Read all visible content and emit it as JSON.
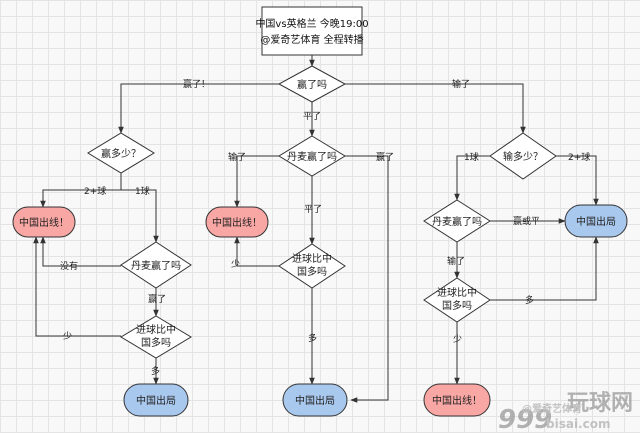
{
  "title": {
    "line1": "中国vs英格兰 今晚19:00",
    "line2": "@爱奇艺体育 全程转播"
  },
  "nodes": {
    "q_england_win": "赢了吗",
    "q_win_margin": "赢多少？",
    "q_lose_margin": "输多少？",
    "q_denmark_win_mid": "丹麦赢了吗",
    "q_denmark_win_left": "丹麦赢了吗",
    "q_denmark_win_right": "丹麦赢了吗",
    "q_goals_left": "进球比中国多吗",
    "q_goals_mid": "进球比中国多吗",
    "q_goals_right": "进球比中国多吗",
    "out_left_qualify": "中国出线！",
    "out_left_elim": "中国出局",
    "out_mid_qualify": "中国出线！",
    "out_mid_elim": "中国出局",
    "out_right_elim_top": "中国出局",
    "out_right_qualify": "中国出线！"
  },
  "edges": {
    "win": "赢了！",
    "draw": "平了",
    "lose": "输了",
    "win_2plus": "2+球",
    "win_1": "1球",
    "no": "没有",
    "left_denmark_won": "赢了",
    "left_fewer": "少",
    "left_more": "多",
    "mid_lost": "输了",
    "mid_won": "赢了",
    "mid_draw": "平了",
    "mid_fewer": "少",
    "mid_more": "多",
    "lose_1": "1球",
    "lose_2plus": "2+球",
    "right_win_or_draw": "赢或平",
    "right_lost": "输了",
    "right_more": "多",
    "right_fewer": "少"
  },
  "watermark": {
    "logo": "999",
    "brand": "玩球网",
    "domain": "bisai.com",
    "credit": "@爱奇艺体育"
  },
  "colors": {
    "red_node": "#f8a7a4",
    "blue_node": "#a9c8ee",
    "line": "#333333"
  }
}
